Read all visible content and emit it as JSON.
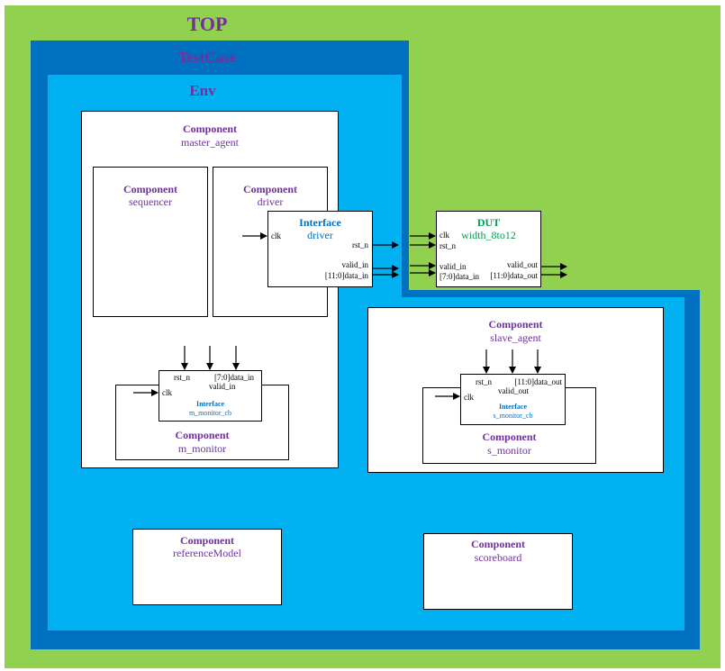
{
  "top_label": "TOP",
  "testcase_label": "TestCase",
  "env_label": "Env",
  "component_word": "Component",
  "interface_word": "Interface",
  "master_agent": {
    "name": "master_agent"
  },
  "sequencer": {
    "name": "sequencer"
  },
  "driver": {
    "name": "driver"
  },
  "driver_if": {
    "name": "driver",
    "ports": {
      "clk": "clk",
      "rst_n": "rst_n",
      "valid_in": "valid_in",
      "data_in": "[11:0]data_in"
    }
  },
  "dut": {
    "title": "DUT",
    "name": "width_8to12",
    "ports": {
      "clk": "clk",
      "rst_n": "rst_n",
      "valid_in": "valid_in",
      "data_in": "[7:0]data_in",
      "valid_out": "valid_out",
      "data_out": "[11:0]data_out"
    }
  },
  "m_monitor": {
    "name": "m_monitor",
    "cb_name": "m_monitor_cb",
    "ports": {
      "rst_n": "rst_n",
      "data_in": "[7:0]data_in",
      "valid_in": "valid_in",
      "clk": "clk"
    }
  },
  "slave_agent": {
    "name": "slave_agent"
  },
  "s_monitor": {
    "name": "s_monitor",
    "cb_name": "s_monitor_cb",
    "ports": {
      "rst_n": "rst_n",
      "data_out": "[11:0]data_out",
      "valid_out": "valid_out",
      "clk": "clk"
    }
  },
  "reference_model": {
    "name": "referenceModel"
  },
  "scoreboard": {
    "name": "scoreboard"
  },
  "colors": {
    "top_bg": "#92d050",
    "testcase_bg": "#0070c0",
    "env_bg": "#00b0f0",
    "component_text": "#7030a0",
    "interface_text": "#0070c0",
    "dut_text": "#00a050"
  }
}
